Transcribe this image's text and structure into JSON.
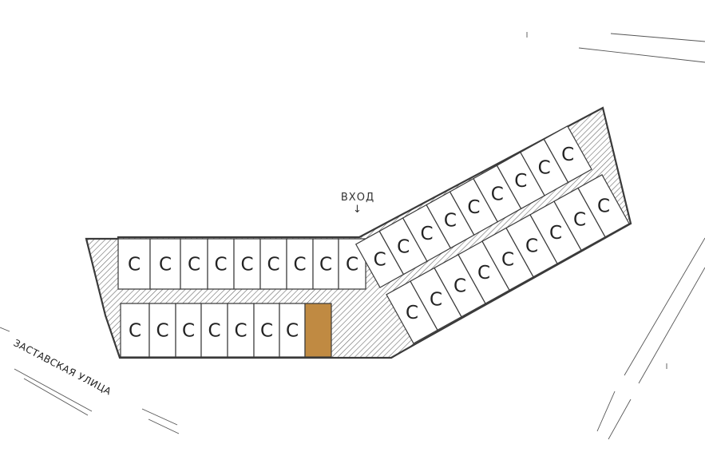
{
  "plan": {
    "entrance_label": "ВХОД",
    "entrance_arrow": "↓",
    "street_label": "ЗАСТАВСКАЯ УЛИЦА",
    "unit_label": "С",
    "colors": {
      "outline": "#3a3a3a",
      "hatch": "#6a6a6a",
      "unit_fill": "#ffffff",
      "selected_unit": "#c08a42"
    }
  }
}
